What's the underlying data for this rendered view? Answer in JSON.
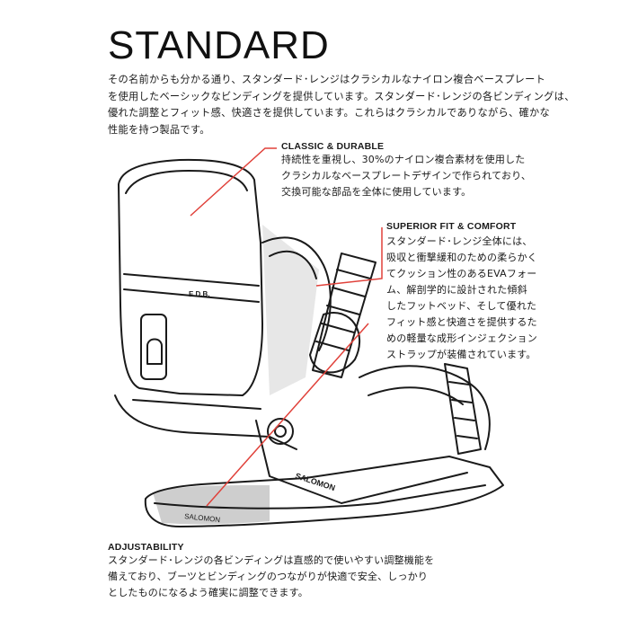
{
  "title": "STANDARD",
  "intro": [
    "その名前からも分かる通り、スタンダード･レンジはクラシカルなナイロン複合ベースプレート",
    "を使用したベーシックなビンディングを提供しています。スタンダード･レンジの各ビンディングは、",
    "優れた調整とフィット感、快適さを提供しています。これらはクラシカルでありながら、確かな",
    "性能を持つ製品です。"
  ],
  "callouts": {
    "classic": {
      "heading": "CLASSIC & DURABLE",
      "lines": [
        "持続性を重視し、30%のナイロン複合素材を使用した",
        "クラシカルなベースプレートデザインで作られており、",
        "交換可能な部品を全体に使用しています。"
      ]
    },
    "fit": {
      "heading": "SUPERIOR FIT & COMFORT",
      "lines": [
        "スタンダード･レンジ全体には、",
        "吸収と衝撃緩和のための柔らかく",
        "てクッション性のあるEVAフォー",
        "ム、解剖学的に設計された傾斜",
        "したフットベッド、そして優れた",
        "フィット感と快適さを提供するた",
        "めの軽量な成形インジェクション",
        "ストラップが装備されています。"
      ]
    },
    "adjust": {
      "heading": "ADJUSTABILITY",
      "lines": [
        "スタンダード･レンジの各ビンディングは直感的で使いやすい調整機能を",
        "備えており、ブーツとビンディングのつながりが快適で安全、しっかり",
        "としたものになるよう確実に調整できます。"
      ]
    }
  },
  "product": {
    "highback_label": "E.D.B.",
    "brand_label": "SALOMON",
    "base_label": "SALOMON"
  },
  "colors": {
    "leader": "#e0413a",
    "ink": "#1a1a1a"
  }
}
